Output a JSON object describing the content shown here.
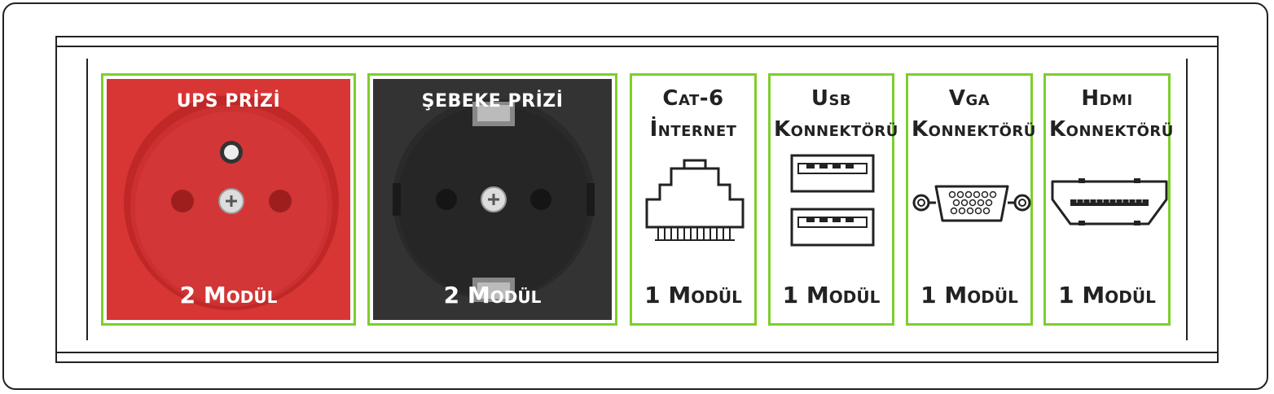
{
  "modules": [
    {
      "id": "ups",
      "title_line1": "UPS PRİZİ",
      "title_line2": "",
      "footer": "2 Modül",
      "fill": "#d83535"
    },
    {
      "id": "sebeke",
      "title_line1": "ŞEBEKE PRİZİ",
      "title_line2": "",
      "footer": "2 Modül",
      "fill": "#333333"
    },
    {
      "id": "cat6",
      "title_line1": "Cat-6",
      "title_line2": "İnternet",
      "footer": "1 Modül",
      "icon": "rj45-port-icon"
    },
    {
      "id": "usb",
      "title_line1": "Usb",
      "title_line2": "Konnektörü",
      "footer": "1 Modül",
      "icon": "usb-port-icon"
    },
    {
      "id": "vga",
      "title_line1": "Vga",
      "title_line2": "Konnektörü",
      "footer": "1 Modül",
      "icon": "vga-port-icon"
    },
    {
      "id": "hdmi",
      "title_line1": "Hdmi",
      "title_line2": "Konnektörü",
      "footer": "1 Modül",
      "icon": "hdmi-port-icon"
    }
  ],
  "colors": {
    "module_border": "#7ccf2a",
    "ups_fill": "#d83535",
    "sebeke_fill": "#333333"
  }
}
